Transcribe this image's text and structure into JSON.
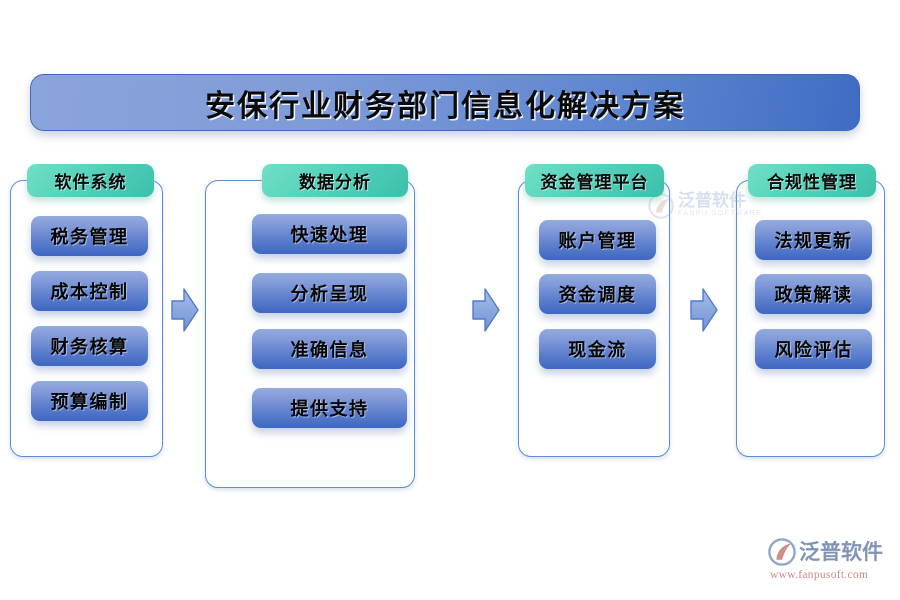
{
  "title": {
    "text": "安保行业财务部门信息化解决方案"
  },
  "colors": {
    "banner_start": "#8ba4dc",
    "banner_end": "#3f6cc4",
    "header_teal_start": "#6fe0c4",
    "header_teal_end": "#3cc0ab",
    "pill_start": "#93abdf",
    "pill_end": "#3e67c2",
    "card_border": "#5b8ddd",
    "arrow_fill": "#8aa6de",
    "arrow_border": "#4f7cc9",
    "logo_text": "#8294b4",
    "logo_url": "#c98a86"
  },
  "columns": [
    {
      "id": "software-system",
      "header": "软件系统",
      "items": [
        "税务管理",
        "成本控制",
        "财务核算",
        "预算编制"
      ]
    },
    {
      "id": "data-analysis",
      "header": "数据分析",
      "items": [
        "快速处理",
        "分析呈现",
        "准确信息",
        "提供支持"
      ]
    },
    {
      "id": "fund-management-platform",
      "header": "资金管理平台",
      "items": [
        "账户管理",
        "资金调度",
        "现金流"
      ]
    },
    {
      "id": "compliance-management",
      "header": "合规性管理",
      "items": [
        "法规更新",
        "政策解读",
        "风险评估"
      ]
    }
  ],
  "arrows": [
    {
      "id": "arrow-1",
      "label": "arrow-right"
    },
    {
      "id": "arrow-2",
      "label": "arrow-right"
    },
    {
      "id": "arrow-3",
      "label": "arrow-right"
    }
  ],
  "watermark": {
    "cn": "泛普软件",
    "en": "FANPU SOFTWARE"
  },
  "logo": {
    "cn": "泛普软件",
    "url": "www.fanpusoft.com"
  }
}
